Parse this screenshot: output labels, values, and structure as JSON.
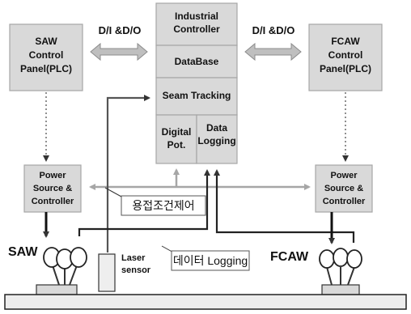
{
  "boxes": {
    "saw_panel": {
      "lines": [
        "SAW",
        "Control",
        "Panel(PLC)"
      ]
    },
    "fcaw_panel": {
      "lines": [
        "FCAW",
        "Control",
        "Panel(PLC)"
      ]
    },
    "industrial_controller": {
      "lines": [
        "Industrial",
        "Controller"
      ]
    },
    "database": {
      "lines": [
        "DataBase"
      ]
    },
    "seam_tracking": {
      "lines": [
        "Seam Tracking"
      ]
    },
    "digital_pot": {
      "lines": [
        "Digital",
        "Pot."
      ]
    },
    "data_logging": {
      "lines": [
        "Data",
        "Logging"
      ]
    },
    "saw_power": {
      "lines": [
        "Power",
        "Source &",
        "Controller"
      ]
    },
    "fcaw_power": {
      "lines": [
        "Power",
        "Source &",
        "Controller"
      ]
    }
  },
  "labels": {
    "dio_left": "D/I &D/O",
    "dio_right": "D/I &D/O",
    "saw": "SAW",
    "fcaw": "FCAW",
    "laser_sensor": [
      "Laser",
      "sensor"
    ],
    "weld_condition_control": "용접조건제어",
    "data_logging_callout": "데이터 Logging"
  },
  "colors": {
    "box_fill": "#d9d9d9",
    "box_stroke": "#a6a6a6",
    "double_arrow": "#b3b3b3",
    "line_dark": "#333333",
    "dotted": "#555555",
    "base_plate": "#ededed"
  }
}
